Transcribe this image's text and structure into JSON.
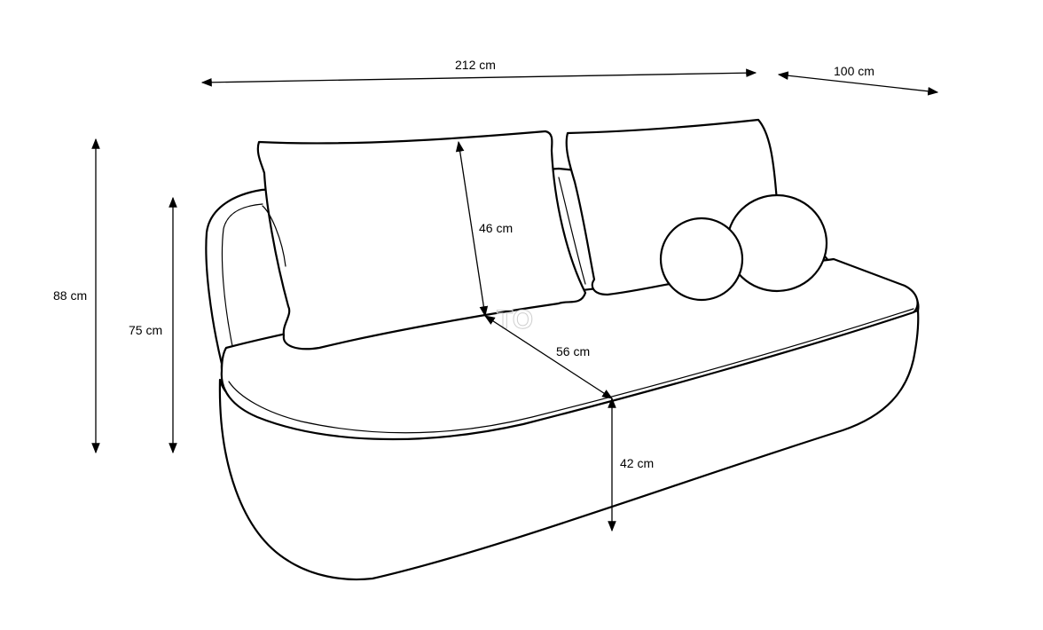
{
  "dimensions": {
    "width": "212 cm",
    "depth": "100 cm",
    "total_height": "88 cm",
    "back_height": "75 cm",
    "cushion_height": "46 cm",
    "seat_depth": "56 cm",
    "seat_height": "42 cm"
  },
  "watermark": "TO",
  "colors": {
    "line": "#000000",
    "background": "#ffffff",
    "watermark": "#cfcfcf"
  }
}
